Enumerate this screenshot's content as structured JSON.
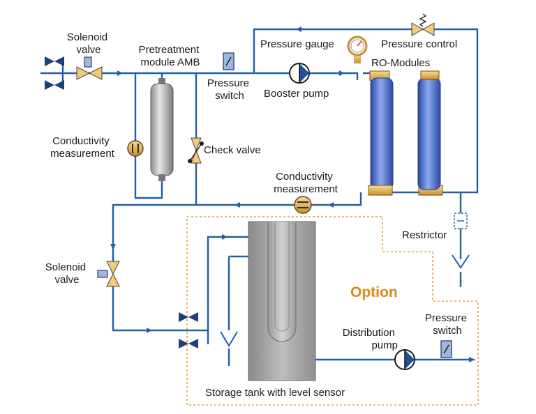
{
  "colors": {
    "pipe": "#1f5fa8",
    "option_frame": "#e0a040",
    "option_text": "#d98a1c",
    "valve": "#f3c97a",
    "actuator": "#9fb6de",
    "module_blue": "#3a62c4",
    "tank_grey": "#a4a4a4"
  },
  "labels": {
    "solenoid_valve_top": [
      "Solenoid",
      "valve"
    ],
    "pretreatment": [
      "Pretreatment",
      "module AMB"
    ],
    "pressure_gauge": "Pressure gauge",
    "pressure_control": "Pressure control",
    "ro_modules": "RO-Modules",
    "pressure_switch_top": [
      "Pressure",
      "switch"
    ],
    "booster_pump": "Booster pump",
    "conductivity_left": [
      "Conductivity",
      "measurement"
    ],
    "check_valve": "Check valve",
    "conductivity_mid": [
      "Conductivity",
      "measurement"
    ],
    "restrictor": "Restrictor",
    "solenoid_valve_bottom": [
      "Solenoid",
      "valve"
    ],
    "option": "Option",
    "distribution_pump": [
      "Distribution",
      "pump"
    ],
    "pressure_switch_bottom": [
      "Pressure",
      "switch"
    ],
    "storage_tank": "Storage tank with level sensor"
  },
  "icons": [
    "solenoid-valve-icon",
    "hand-valve-icon",
    "pump-icon",
    "pressure-gauge-icon",
    "pressure-switch-icon",
    "conductivity-sensor-icon",
    "check-valve-icon",
    "restrictor-icon",
    "drain-icon",
    "flow-arrow-icon",
    "filter-cartridge-icon",
    "ro-module-icon",
    "storage-tank-icon"
  ]
}
